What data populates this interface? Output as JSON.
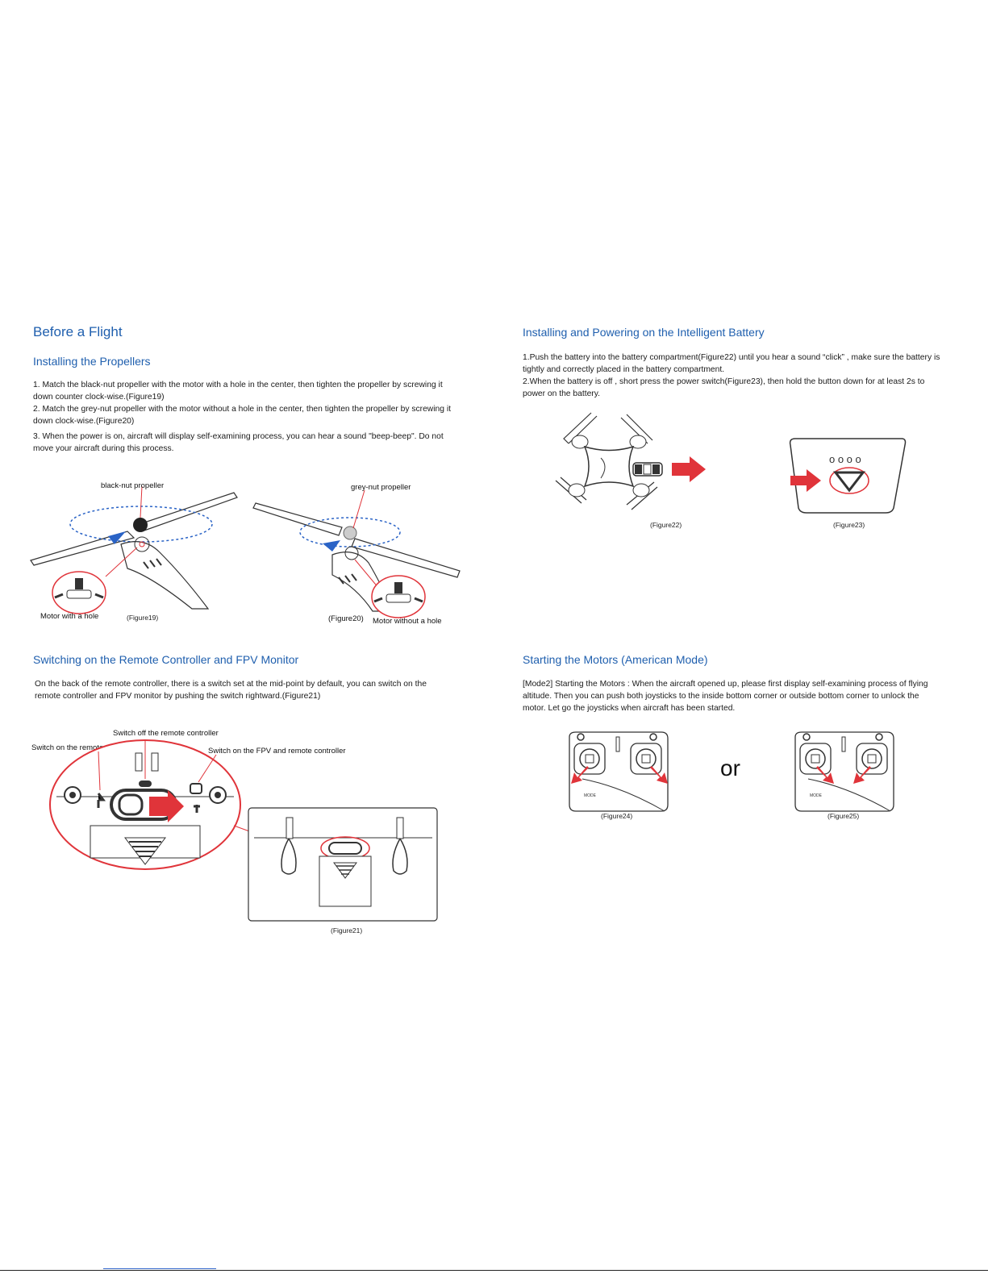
{
  "left": {
    "title": "Before a Flight",
    "section1": {
      "heading": "Installing the Propellers",
      "p1": "1. Match the black-nut propeller with the motor with a hole in the center, then tighten the propeller by screwing it down counter clock-wise.(Figure19)",
      "p2": "2. Match the grey-nut propeller with the motor without a hole in the center, then tighten the propeller by screwing it down clock-wise.(Figure20)",
      "p3": "3. When the power is on, aircraft will display self-examining process, you can hear a sound \"beep-beep\". Do not move your aircraft during this process.",
      "labels": {
        "black_nut": "black-nut propeller",
        "grey_nut": "grey-nut propeller",
        "motor_hole": "Motor with a hole",
        "motor_no_hole": "Motor without a hole",
        "fig19": "(Figure19)",
        "fig20": "(Figure20)"
      }
    },
    "section2": {
      "heading": "Switching on the Remote Controller and FPV Monitor",
      "p1": "On the back of the remote controller, there is a switch set at the mid-point by default, you can switch on the remote controller and FPV  monitor by pushing the switch rightward.(Figure21)",
      "labels": {
        "switch_off": "Switch off the remote controller",
        "switch_on_rc": "Switch on the remote controller",
        "switch_on_fpv": "Switch on the FPV and remote controller",
        "fig21": "(Figure21)"
      }
    }
  },
  "right": {
    "section1": {
      "heading": "Installing and Powering on the Intelligent Battery",
      "p1": "1.Push the battery into the battery compartment(Figure22) until you hear a sound “click” , make sure the battery  is tightly and correctly placed in the battery compartment.",
      "p2": "2.When the battery is off , short press the power switch(Figure23), then hold the button down for at least 2s to power on the battery.",
      "labels": {
        "fig22": "(Figure22)",
        "fig23": "(Figure23)"
      }
    },
    "section2": {
      "heading": "Starting the Motors (American Mode)",
      "p1": "[Mode2] Starting the Motors :  When the aircraft opened up, please first display self-examining process of flying altitude. Then you can push both joysticks to the inside bottom corner or outside bottom corner to unlock the motor. Let go the joysticks when aircraft has been started.",
      "labels": {
        "fig24": "(Figure24)",
        "fig25": "(Figure25)",
        "or": "or"
      }
    }
  },
  "colors": {
    "heading": "#1f5fae",
    "accent_red": "#e0343a",
    "arrow_blue": "#2a63c6"
  }
}
